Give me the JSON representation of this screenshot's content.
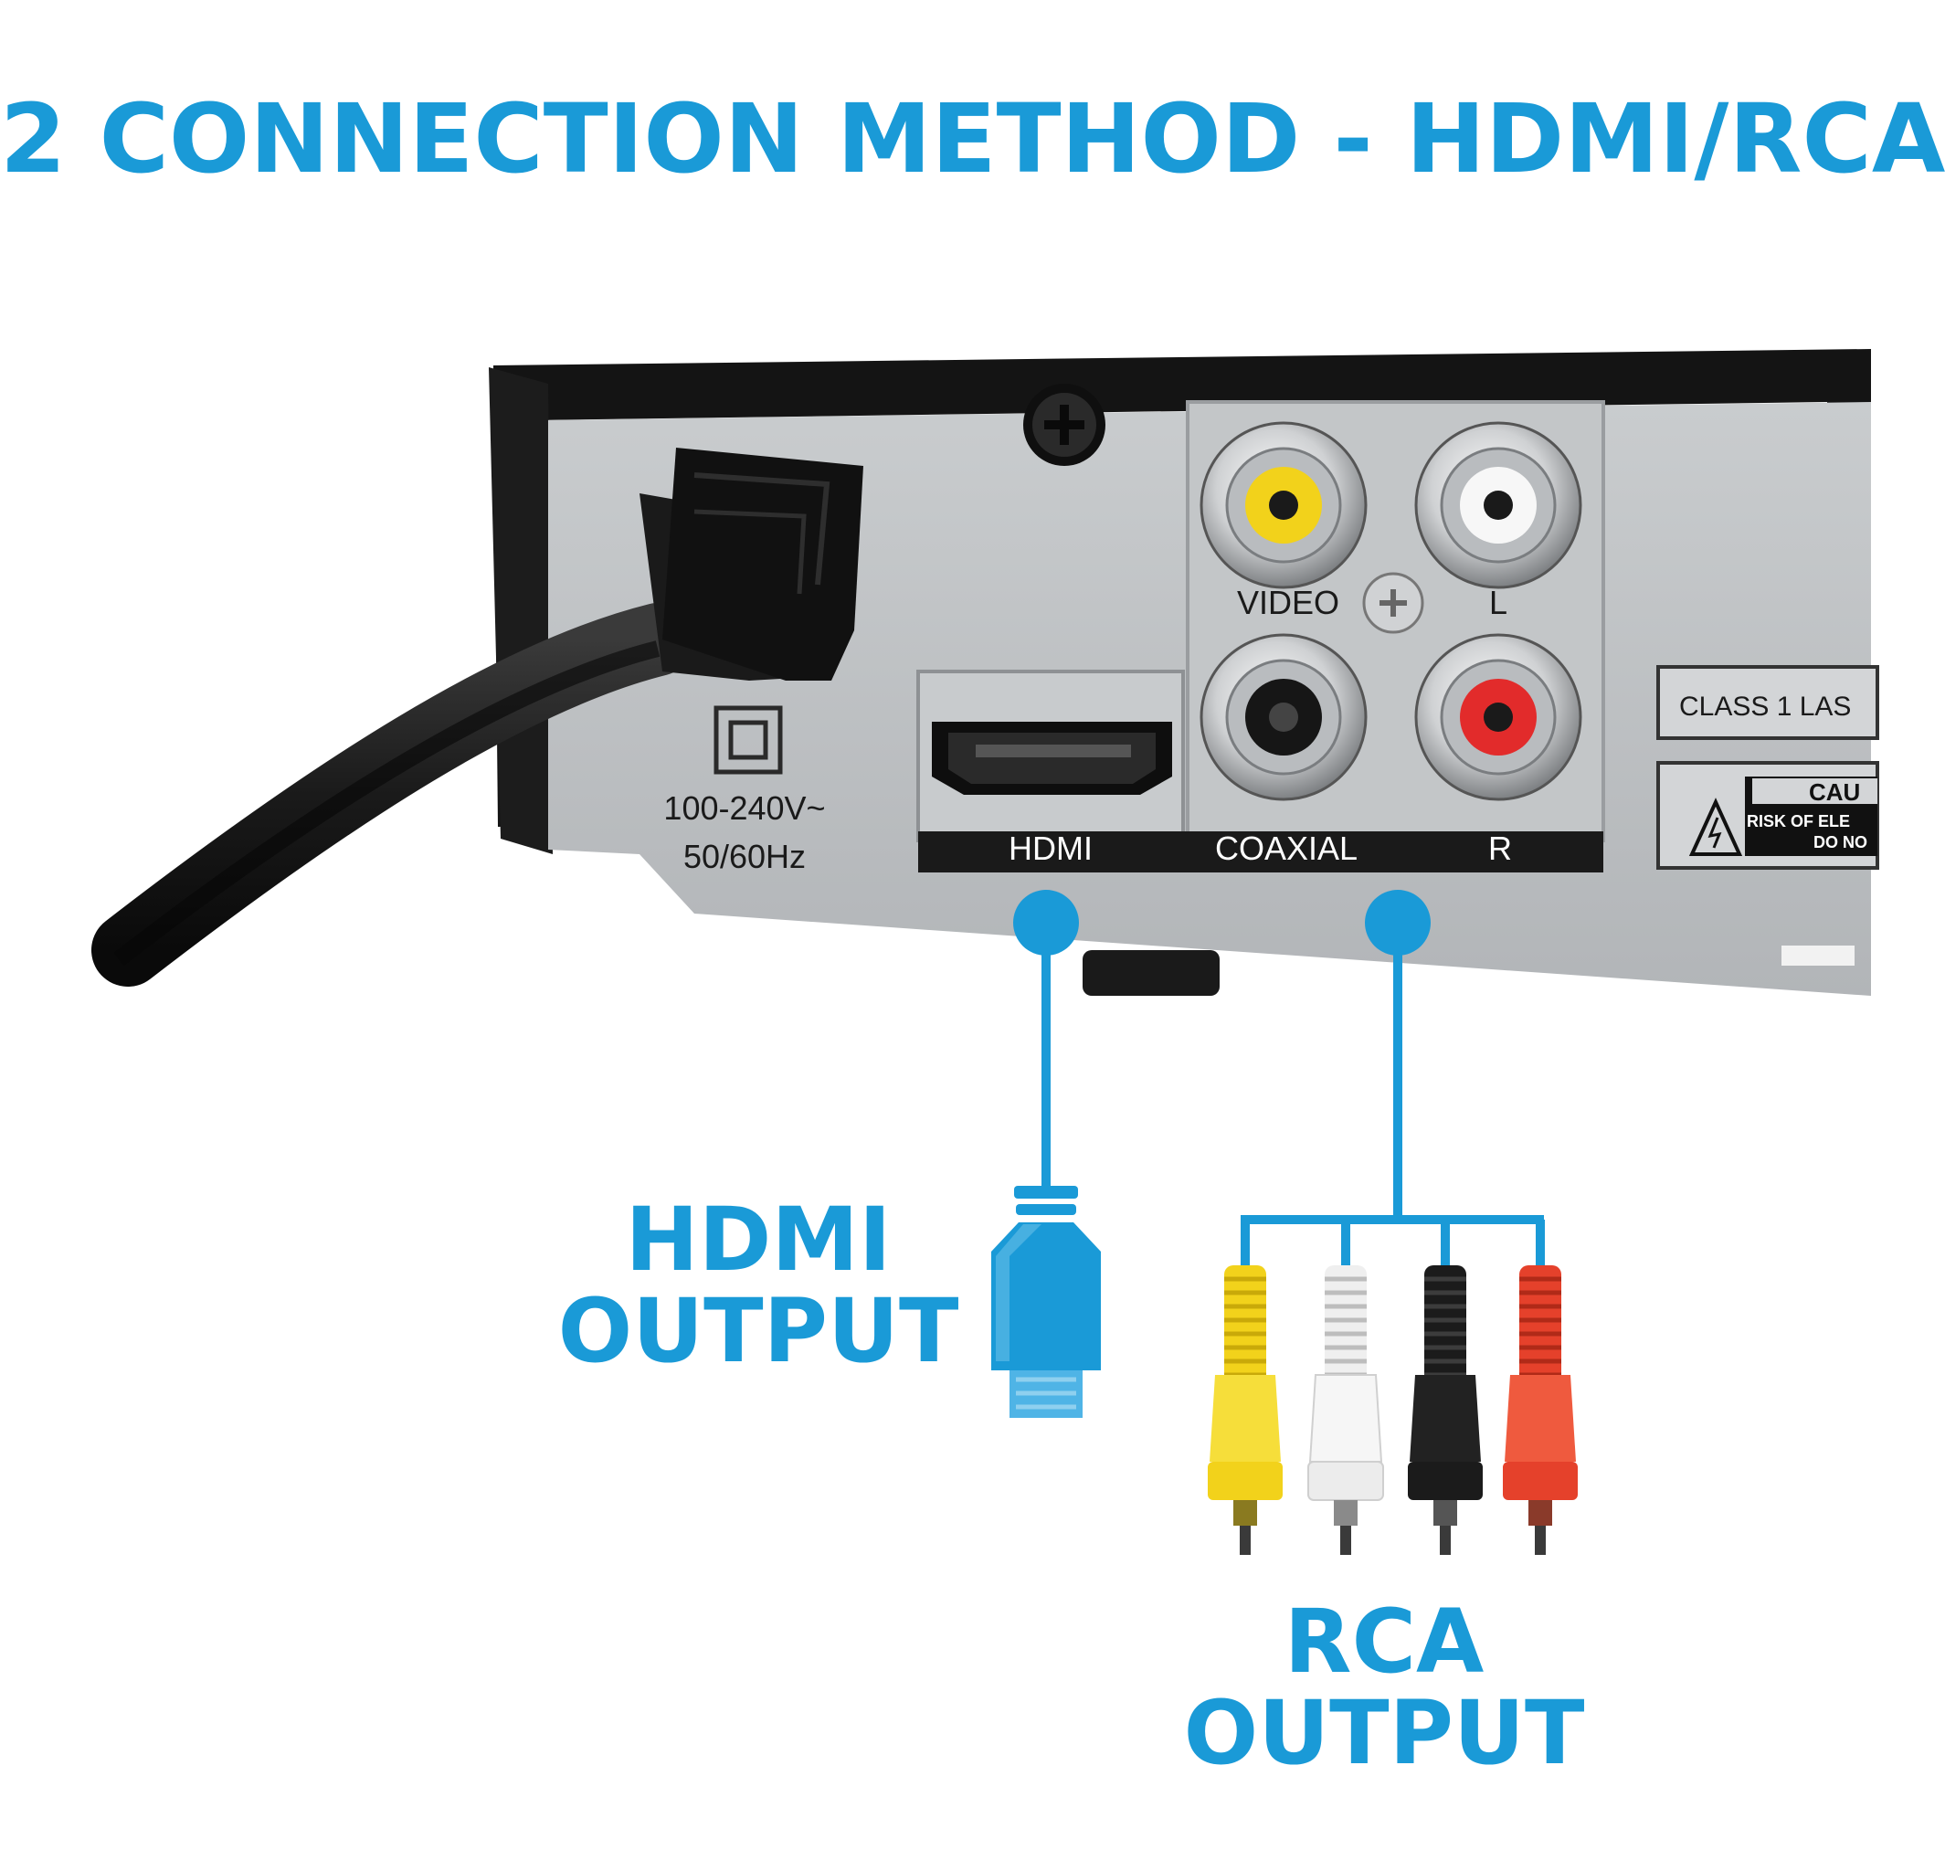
{
  "title": "2 CONNECTION METHOD - HDMI/RCA",
  "device": {
    "power_rating_1": "100-240V~",
    "power_rating_2": "50/60Hz",
    "port_labels": {
      "video": "VIDEO",
      "left": "L",
      "hdmi": "HDMI",
      "coaxial": "COAXIAL",
      "right": "R"
    },
    "laser_label": "CLASS 1 LAS",
    "caution_title": "CAU",
    "caution_line1": "RISK OF ELE",
    "caution_line2": "DO NO"
  },
  "callouts": {
    "hdmi_line1": "HDMI",
    "hdmi_line2": "OUTPUT",
    "rca_line1": "RCA",
    "rca_line2": "OUTPUT"
  },
  "colors": {
    "accent_blue": "#1a9ad7",
    "panel_silver": "#bfc2c5",
    "chassis_black": "#141414",
    "rca_yellow": "#f2d21b",
    "rca_white": "#efefef",
    "rca_black": "#1b1b1b",
    "rca_red": "#e5412b"
  }
}
